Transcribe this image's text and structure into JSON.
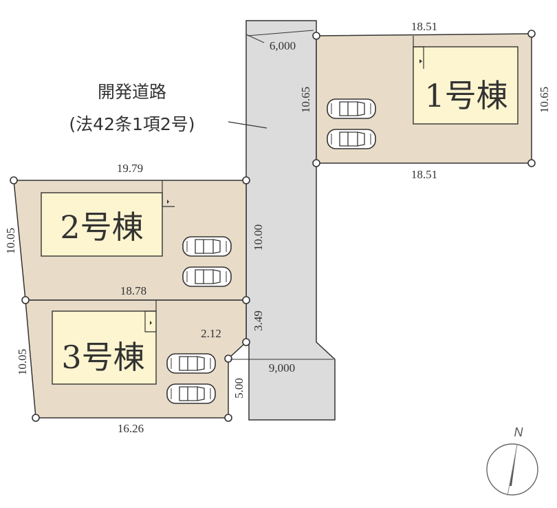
{
  "colors": {
    "road": "#dcdcdc",
    "lot": "#e8dcc8",
    "building": "#fdf5cf",
    "outline": "#333333"
  },
  "road": {
    "label_line1": "開発道路",
    "label_line2": "(法42条1項2号)",
    "width_top": "6,000",
    "width_bottom": "9,000"
  },
  "lots": {
    "lot1": {
      "building_label": "1号棟",
      "top": "18.51",
      "bottom": "18.51",
      "left": "10.65",
      "right": "10.65"
    },
    "lot2": {
      "building_label": "2号棟",
      "top": "19.79",
      "left": "10.05",
      "right": "10.00"
    },
    "lot3": {
      "building_label": "3号棟",
      "top": "18.78",
      "left": "10.05",
      "right_upper": "3.49",
      "chamfer": "2.12",
      "right_lower": "5.00",
      "bottom": "16.26"
    }
  },
  "compass": {
    "label": "N"
  },
  "icons": [
    "car-icon",
    "compass-icon"
  ]
}
